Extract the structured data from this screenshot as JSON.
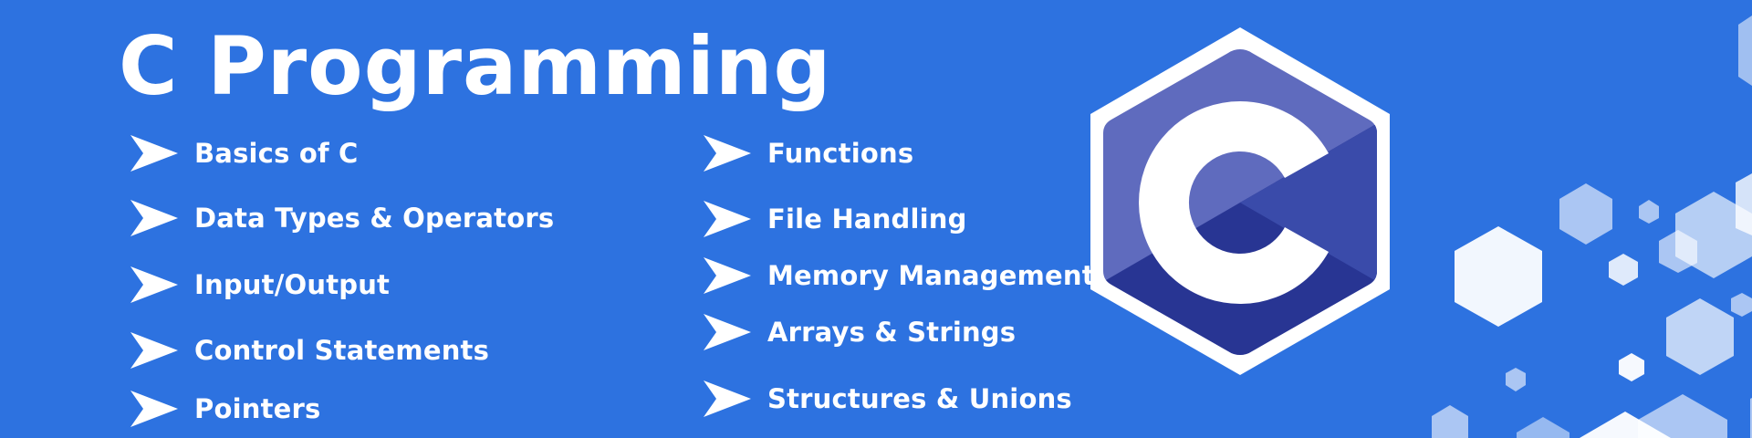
{
  "slide": {
    "title": "C Programming",
    "background_color": "#2d72e0",
    "text_color": "#ffffff"
  },
  "topics": {
    "left": [
      {
        "label": "Basics of C",
        "icon": "arrow-right-icon"
      },
      {
        "label": "Data Types & Operators",
        "icon": "arrow-right-icon"
      },
      {
        "label": "Input/Output",
        "icon": "arrow-right-icon"
      },
      {
        "label": "Control Statements",
        "icon": "arrow-right-icon"
      },
      {
        "label": "Pointers",
        "icon": "arrow-right-icon"
      }
    ],
    "right": [
      {
        "label": "Functions",
        "icon": "arrow-right-icon"
      },
      {
        "label": "File Handling",
        "icon": "arrow-right-icon"
      },
      {
        "label": "Memory Management",
        "icon": "arrow-right-icon"
      },
      {
        "label": "Arrays & Strings",
        "icon": "arrow-right-icon"
      },
      {
        "label": "Structures & Unions",
        "icon": "arrow-right-icon"
      }
    ]
  },
  "logo": {
    "icon": "c-language-logo-icon",
    "colors": {
      "border": "#ffffff",
      "light": "#5f6bbe",
      "mid": "#3a4baa",
      "dark": "#283593",
      "letter": "#ffffff"
    }
  },
  "decoration": {
    "icon": "hexagon-pattern-icon"
  }
}
